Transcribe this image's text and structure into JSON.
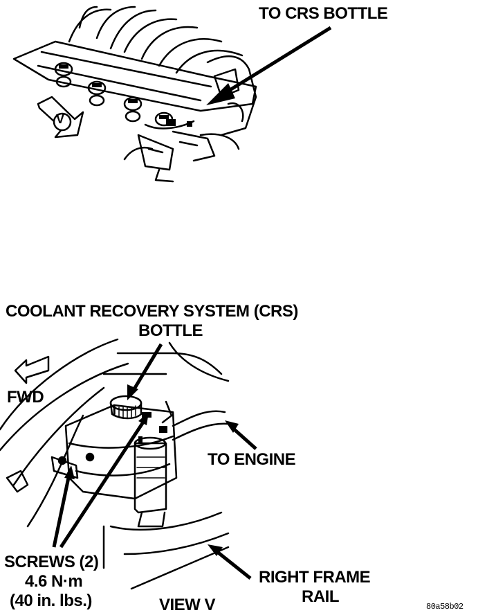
{
  "top_view": {
    "label_to_crs_bottle": "TO CRS BOTTLE",
    "view_marker": "V"
  },
  "bottom_view": {
    "title_line1": "COOLANT RECOVERY SYSTEM (CRS)",
    "title_line2": "BOTTLE",
    "fwd_label": "FWD",
    "to_engine_label": "TO ENGINE",
    "screws_line1": "SCREWS (2)",
    "screws_line2": "4.6 N·m",
    "screws_line3": "(40 in. lbs.)",
    "right_frame_line1": "RIGHT FRAME",
    "right_frame_line2": "RAIL",
    "view_caption": "VIEW V"
  },
  "figure_id": "80a58b02"
}
